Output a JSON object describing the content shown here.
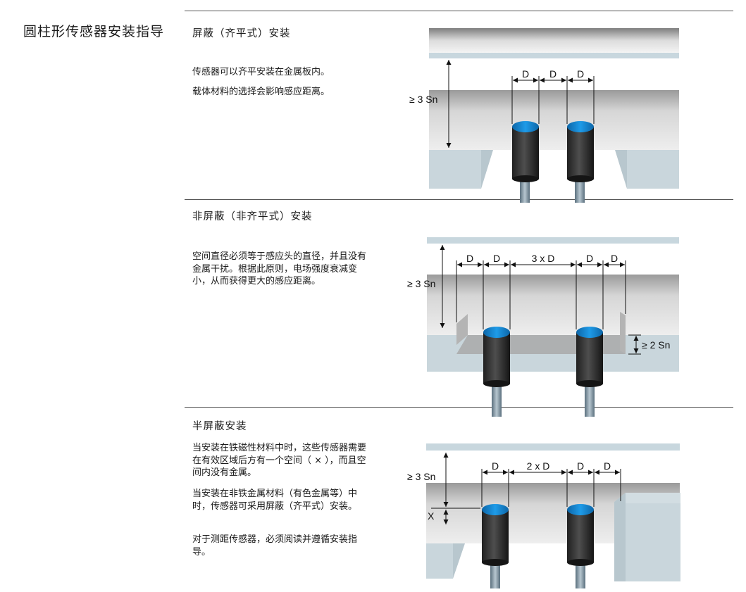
{
  "page_title": "圆柱形传感器安装指导",
  "sections": [
    {
      "title": "屏蔽（齐平式）安装",
      "paragraphs": [
        "传感器可以齐平安装在金属板内。",
        "载体材料的选择会影响感应距离。"
      ],
      "labels": {
        "d1": "D",
        "d2": "D",
        "d3": "D",
        "height": "≥ 3 Sn"
      }
    },
    {
      "title": "非屏蔽（非齐平式）安装",
      "paragraphs": [
        "空间直径必须等于感应头的直径，并且没有金属干扰。根据此原则，电场强度衰减变小，从而获得更大的感应距离。"
      ],
      "labels": {
        "d1": "D",
        "d2": "D",
        "mid": "3 x D",
        "d3": "D",
        "d4": "D",
        "height": "≥ 3 Sn",
        "side": "≥ 2 Sn"
      }
    },
    {
      "title": "半屏蔽安装",
      "paragraphs": [
        "当安装在铁磁性材料中时，这些传感器需要在有效区域后方有一个空间（ × ），而且空间内没有金属。",
        "当安装在非铁金属材料（有色金属等）中时，传感器可采用屏蔽（齐平式）安装。",
        "对于测距传感器，必须阅读并遵循安装指导。"
      ],
      "labels": {
        "d1": "D",
        "mid": "2 x D",
        "d2": "D",
        "d3": "D",
        "height": "≥ 3 Sn",
        "x": "X"
      }
    }
  ]
}
